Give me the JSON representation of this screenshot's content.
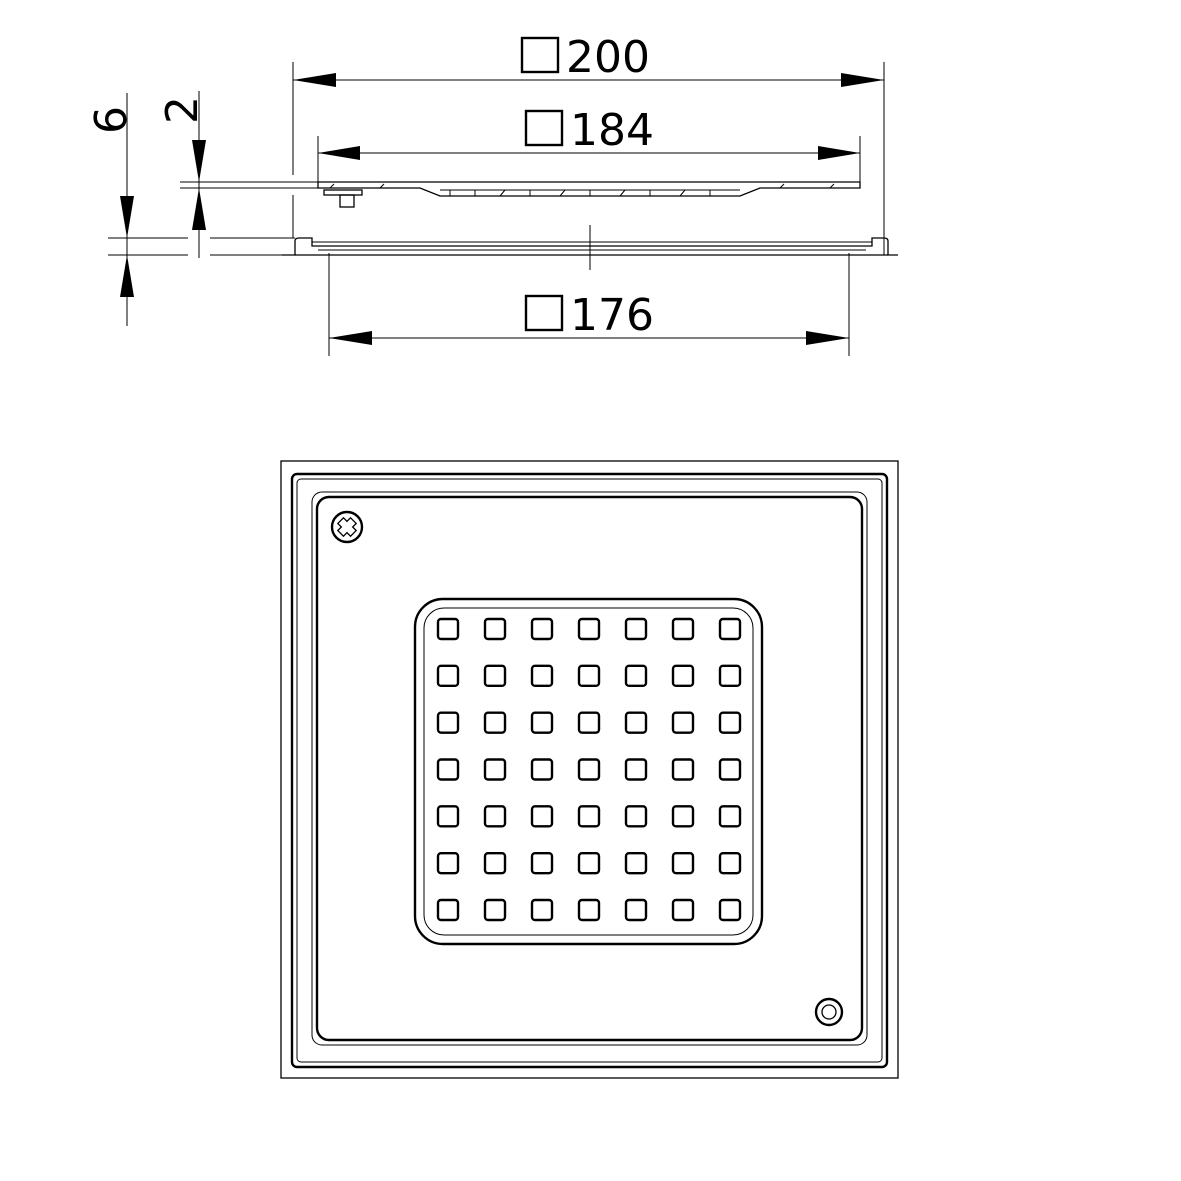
{
  "dimensions": {
    "overall_width": {
      "symbol": "□",
      "value": "200"
    },
    "cover_width": {
      "symbol": "□",
      "value": "184"
    },
    "frame_inner_width": {
      "symbol": "□",
      "value": "176"
    },
    "total_height": "6",
    "cover_height": "2"
  },
  "grate": {
    "rows": 7,
    "columns": 7
  }
}
